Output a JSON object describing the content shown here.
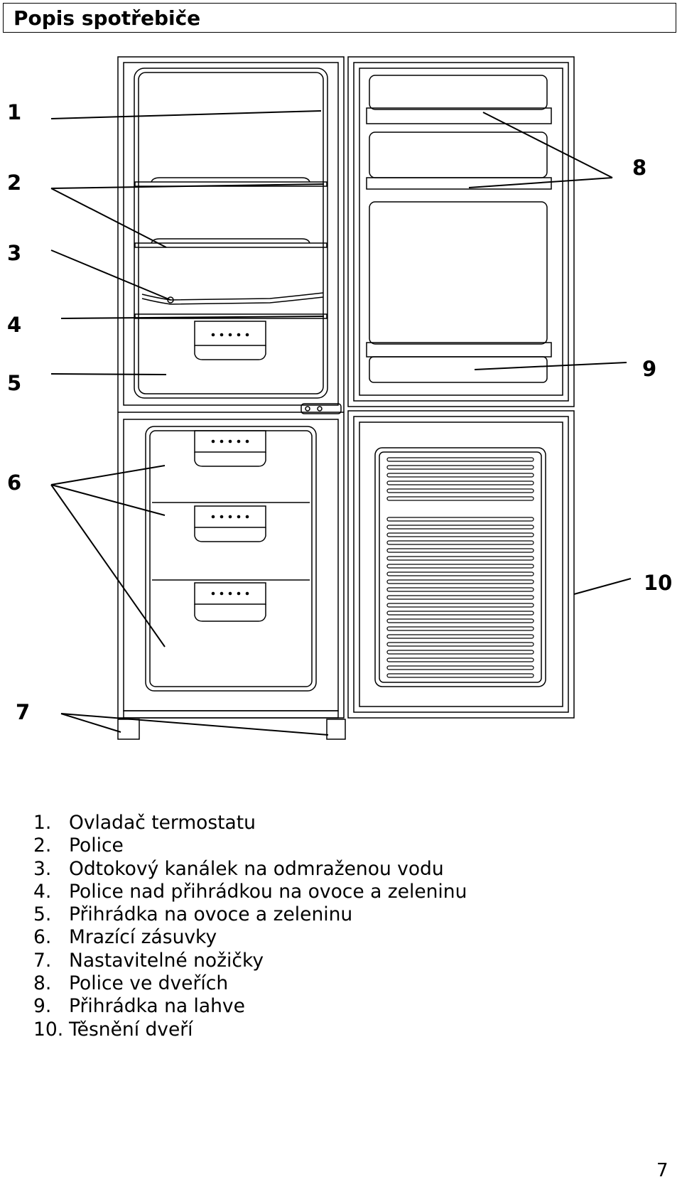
{
  "header": {
    "title": "Popis spotřebiče"
  },
  "callouts": [
    "1",
    "2",
    "3",
    "4",
    "5",
    "6",
    "7",
    "8",
    "9",
    "10"
  ],
  "legend": [
    {
      "num": "1.",
      "text": "Ovladač termostatu"
    },
    {
      "num": "2.",
      "text": "Police"
    },
    {
      "num": "3.",
      "text": "Odtokový kanálek na odmraženou vodu"
    },
    {
      "num": "4.",
      "text": "Police nad přihrádkou na ovoce a zeleninu"
    },
    {
      "num": "5.",
      "text": "Přihrádka na ovoce a zeleninu"
    },
    {
      "num": "6.",
      "text": "Mrazící zásuvky"
    },
    {
      "num": "7.",
      "text": "Nastavitelné nožičky"
    },
    {
      "num": "8.",
      "text": "Police ve dveřích"
    },
    {
      "num": "9.",
      "text": "Přihrádka na lahve"
    },
    {
      "num": "10.",
      "text": "Těsnění dveří"
    }
  ],
  "footer": {
    "page_number": "7"
  }
}
